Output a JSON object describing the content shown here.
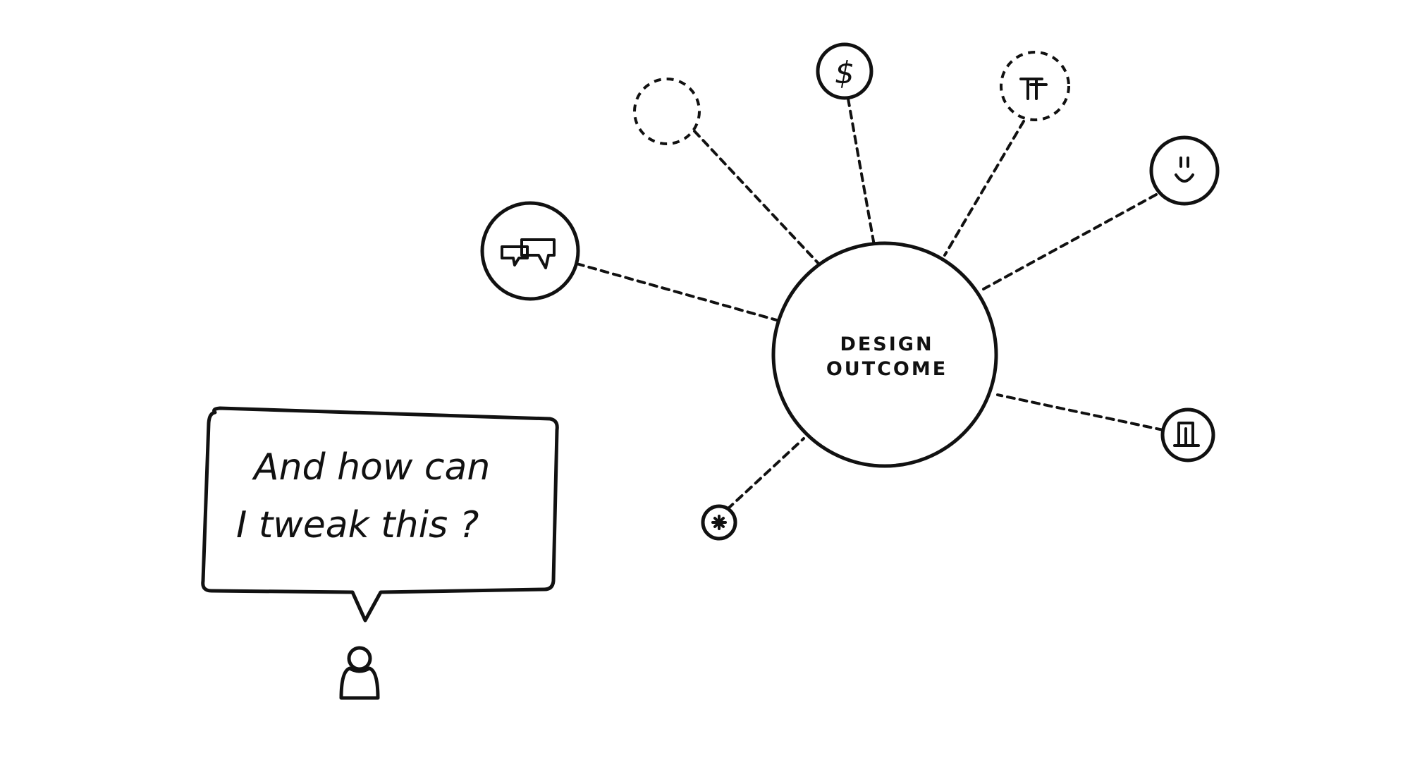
{
  "diagram": {
    "center": {
      "lines": [
        "DESIGN",
        "OUTCOME"
      ]
    },
    "nodes": [
      {
        "id": "feedback",
        "icon": "speech-bubbles-icon"
      },
      {
        "id": "unknown",
        "icon": "empty-dashed-circle"
      },
      {
        "id": "money",
        "icon": "dollar-icon",
        "glyph": "$"
      },
      {
        "id": "typography",
        "icon": "typography-icon"
      },
      {
        "id": "emotion",
        "icon": "smiley-icon"
      },
      {
        "id": "print",
        "icon": "printer-icon"
      },
      {
        "id": "sparkle",
        "icon": "sparkle-icon"
      }
    ]
  },
  "speech_bubble": {
    "lines": [
      "And  how  can",
      "I  tweak  this ?"
    ]
  },
  "person": {
    "icon": "person-icon"
  },
  "colors": {
    "ink": "#111111",
    "background": "#ffffff"
  }
}
